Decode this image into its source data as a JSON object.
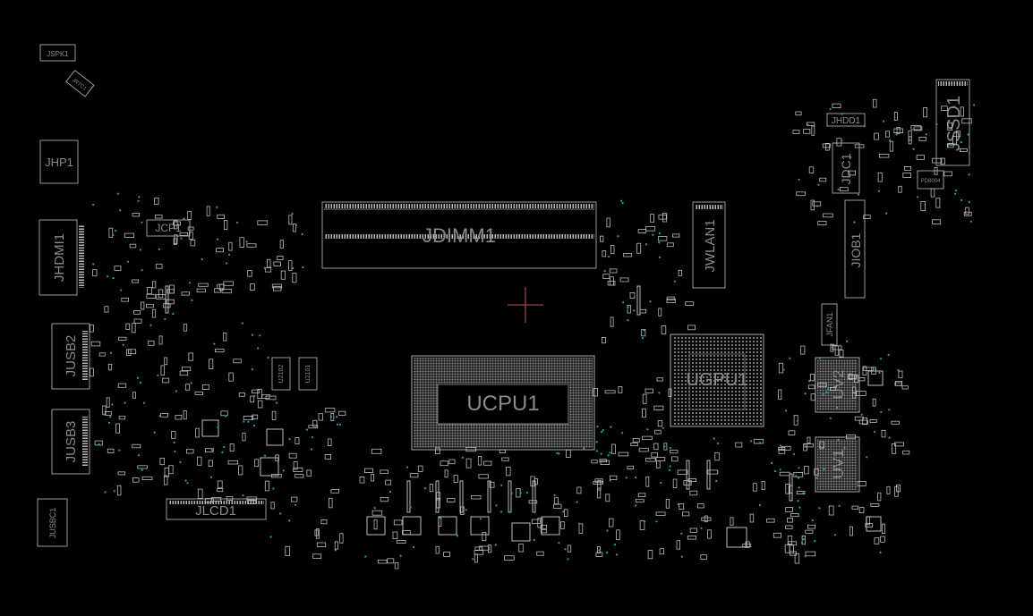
{
  "view": {
    "background": "#000000",
    "outline_color": "#9a9a9a",
    "label_color": "#8a8a8a",
    "via_color": "#1aa6b7",
    "cursor_color": "#c0504d"
  },
  "components": {
    "jspk1": "JSPK1",
    "jrtc1": "JRTC1",
    "jhp1": "JHP1",
    "jhdmi1": "JHDMI1",
    "jcp1": "JCP1",
    "jusb2": "JUSB2",
    "jusb3": "JUSB3",
    "jusbc1": "JUSBC1",
    "jlcd1": "JLCD1",
    "jdimm1": "JDIMM1",
    "ucpu1": "UCPU1",
    "ugpu1": "UGPU1",
    "jwlan1": "JWLAN1",
    "jdc1": "JDC1",
    "jiob1": "JIOB1",
    "jhdd1": "JHDD1",
    "jssd1": "JSSD1",
    "jfan1": "JFAN1",
    "uv2": "UV2",
    "uv1": "UV1",
    "u2102": "U2102",
    "u2101": "U2101",
    "pd8004": "PD8004"
  }
}
